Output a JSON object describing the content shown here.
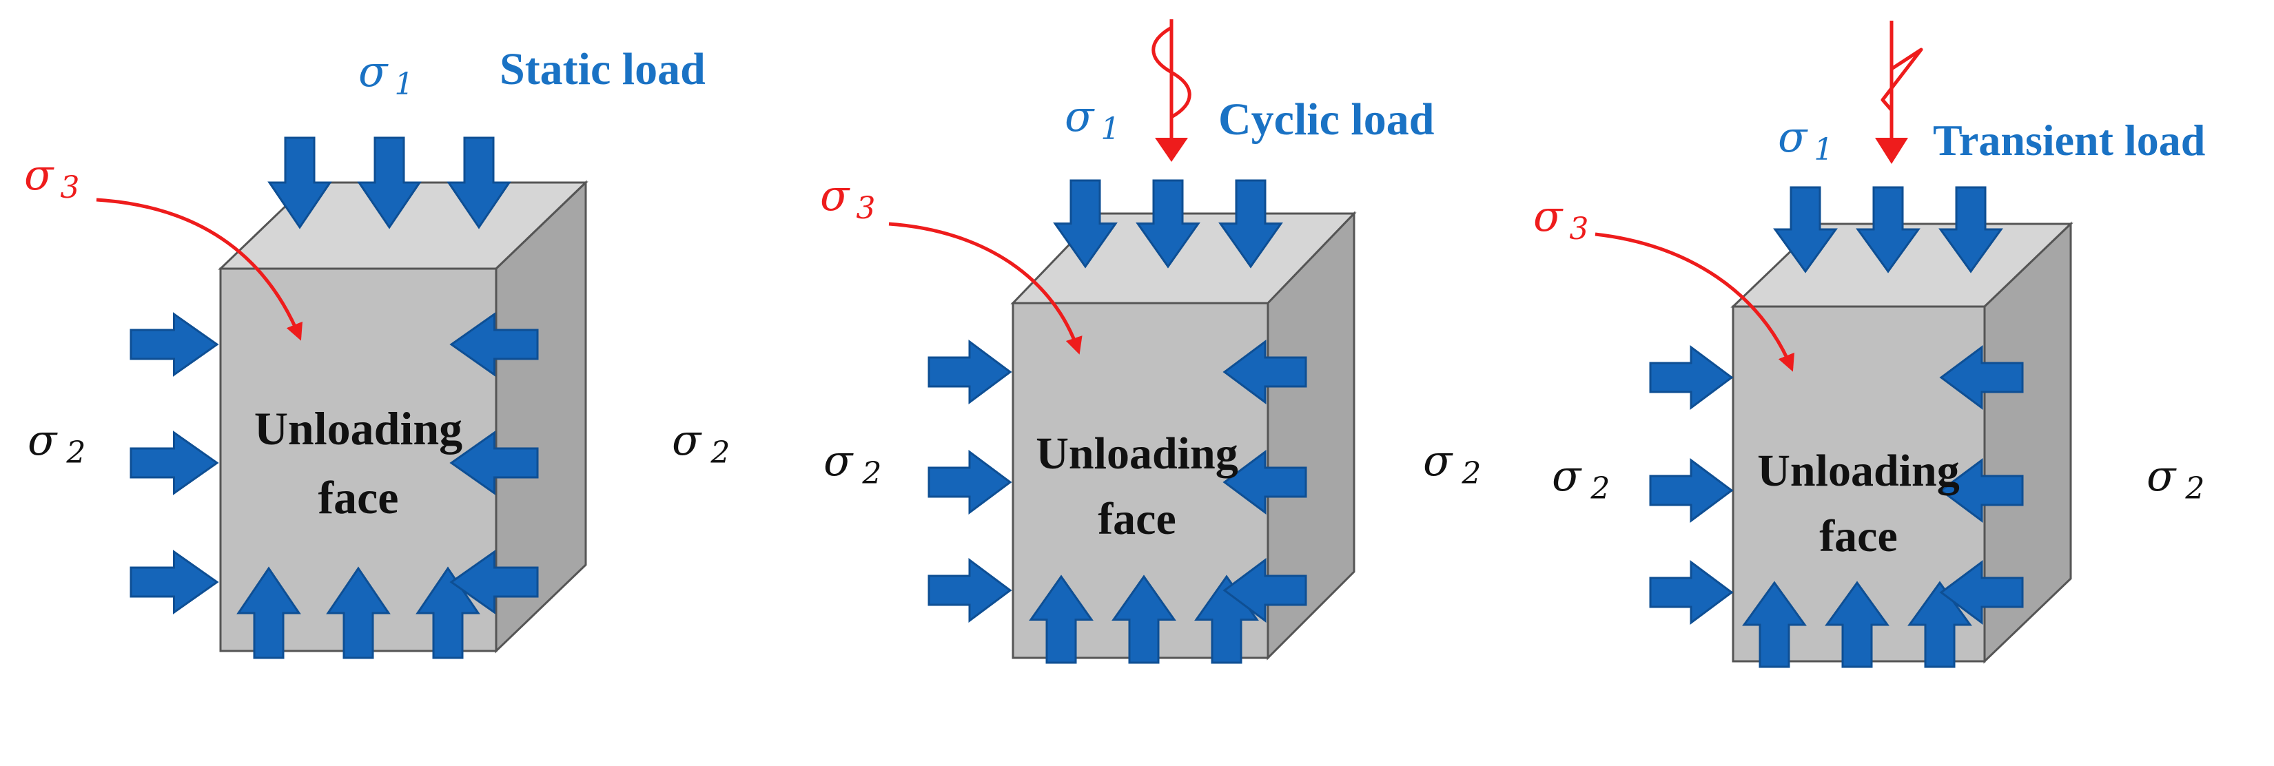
{
  "colors": {
    "arrow_blue": "#1565b9",
    "arrow_stroke": "#0e4f94",
    "label_blue": "#1a72c4",
    "red": "#ee1c1c",
    "face_front": "#c0c0c0",
    "face_top": "#d6d6d6",
    "face_side": "#a6a6a6",
    "text_black": "#111111"
  },
  "symbols": {
    "sigma": "σ",
    "sub1": "1",
    "sub2": "2",
    "sub3": "3"
  },
  "panels": [
    {
      "load_label": "Static load",
      "face_label_line1": "Unloading",
      "face_label_line2": "face",
      "load_icon": "none"
    },
    {
      "load_label": "Cyclic load",
      "face_label_line1": "Unloading",
      "face_label_line2": "face",
      "load_icon": "cyclic-wave-arrow-icon"
    },
    {
      "load_label": "Transient load",
      "face_label_line1": "Unloading",
      "face_label_line2": "face",
      "load_icon": "transient-pulse-arrow-icon"
    }
  ]
}
